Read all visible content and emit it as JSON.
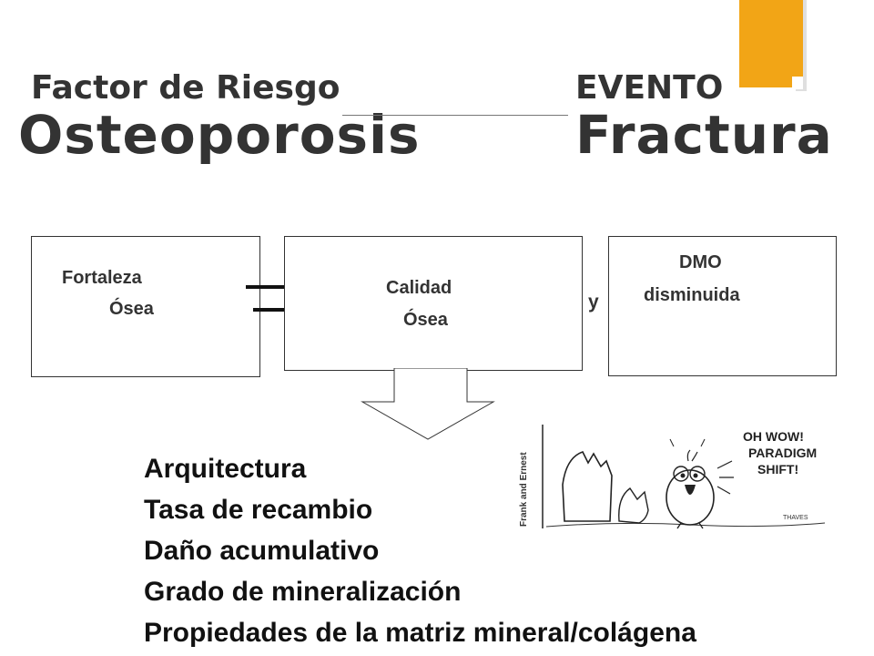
{
  "header": {
    "left_small": "Factor de Riesgo",
    "left_big": "Osteoporosis",
    "right_small": "EVENTO",
    "right_big": "Fractura"
  },
  "boxes": {
    "fortaleza_line1": "Fortaleza",
    "fortaleza_line2": "Ósea",
    "calidad_line1": "Calidad",
    "calidad_line2": "Ósea",
    "connector_y": "y",
    "dmo_line1": "DMO",
    "dmo_line2": "disminuida"
  },
  "list": [
    "Arquitectura",
    "Tasa de recambio",
    "Daño acumulativo",
    "Grado de mineralización",
    "Propiedades de la matriz mineral/colágena"
  ],
  "cartoon": {
    "credit": "Frank and Ernest",
    "speech": [
      "OH WOW!",
      "PARADIGM",
      "SHIFT!"
    ],
    "signature": "THAVES"
  },
  "colors": {
    "accent": "#F2A516",
    "text": "#333333"
  }
}
